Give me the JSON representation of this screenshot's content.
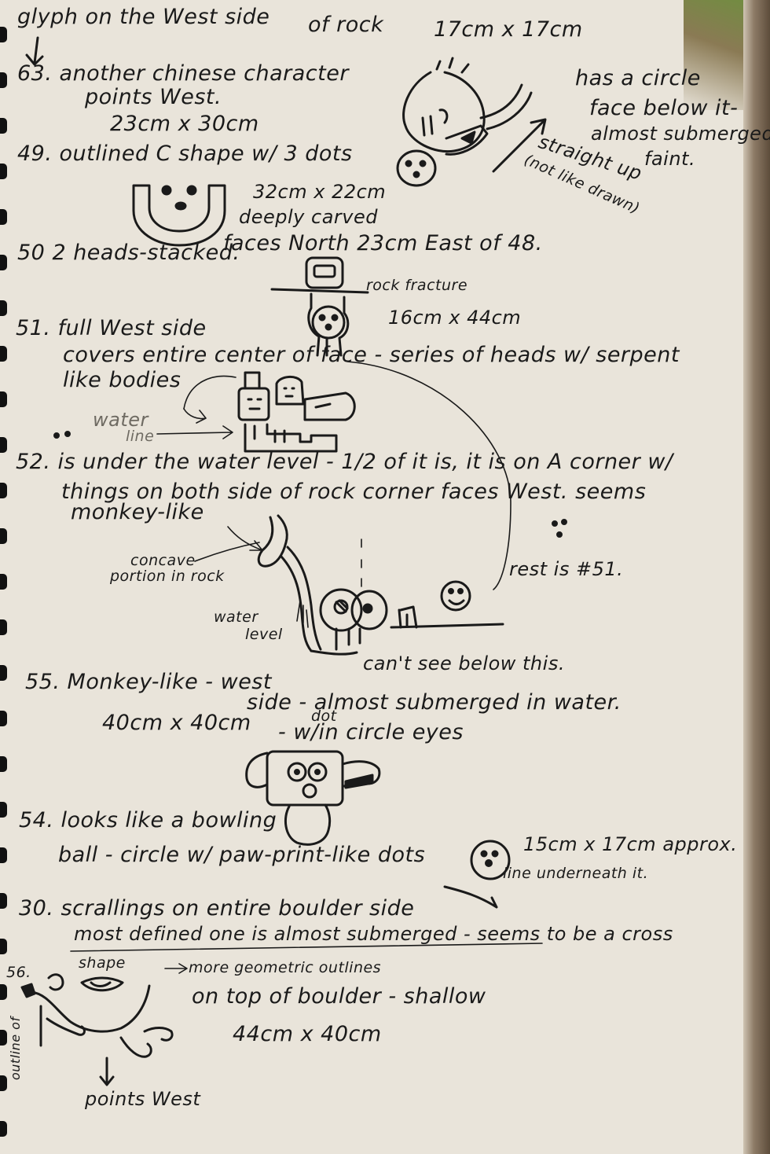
{
  "notes": {
    "top_line": {
      "prefix": "glyph on the West side",
      "of_rock": "of rock",
      "size": "17cm x 17cm"
    },
    "entry_63": {
      "text": "63. another chinese character",
      "line2": "points West.",
      "size": "23cm x 30cm"
    },
    "right_note": {
      "line1": "has a circle",
      "line2": "face below it-",
      "line3": "almost submerged.",
      "faint": "faint.",
      "straight_up": "straight up",
      "not_like_drawn": "(not like drawn)"
    },
    "entry_49": {
      "text": "49. outlined C shape w/ 3 dots",
      "size": "32cm x 22cm",
      "carved": "deeply carved",
      "faces": "faces North 23cm East of 48."
    },
    "entry_50": {
      "text": "50 2 heads-stacked.",
      "fracture": "rock fracture",
      "size": "16cm x 44cm"
    },
    "entry_51": {
      "text": "51. full West side",
      "line2": "covers entire center of face - series of heads w/ serpent",
      "line3": "like bodies",
      "water_label": "water",
      "line_label": "line"
    },
    "entry_52": {
      "text": "52. is under the water level - 1/2 of it is, it is on A corner w/",
      "line2": "things on both side of rock corner faces West. seems",
      "line3": "monkey-like",
      "concave1": "concave",
      "concave2": "portion in rock",
      "water1": "water",
      "water2": "level",
      "rest": "rest is #51.",
      "cant_see": "can't see below this."
    },
    "entry_55": {
      "text": "55. Monkey-like - west",
      "line2": "side - almost submerged in water.",
      "size": "40cm x 40cm",
      "dot_word": "dot",
      "dot_line": "- w/in circle eyes"
    },
    "entry_54": {
      "text": "54. looks like a bowling",
      "line2": "ball - circle w/ paw-print-like dots",
      "size": "15cm x 17cm approx.",
      "underline_note": "line underneath it."
    },
    "entry_30": {
      "text": "30. scrallings on entire boulder side",
      "line2": "most defined one is almost submerged - seems to be a cross",
      "line3": "shape",
      "geometric": "more geometric outlines"
    },
    "entry_56": {
      "text": "56.",
      "line1": "on top of boulder - shallow",
      "size": "44cm x 40cm",
      "points": "points West",
      "side_label": "outline of"
    }
  }
}
